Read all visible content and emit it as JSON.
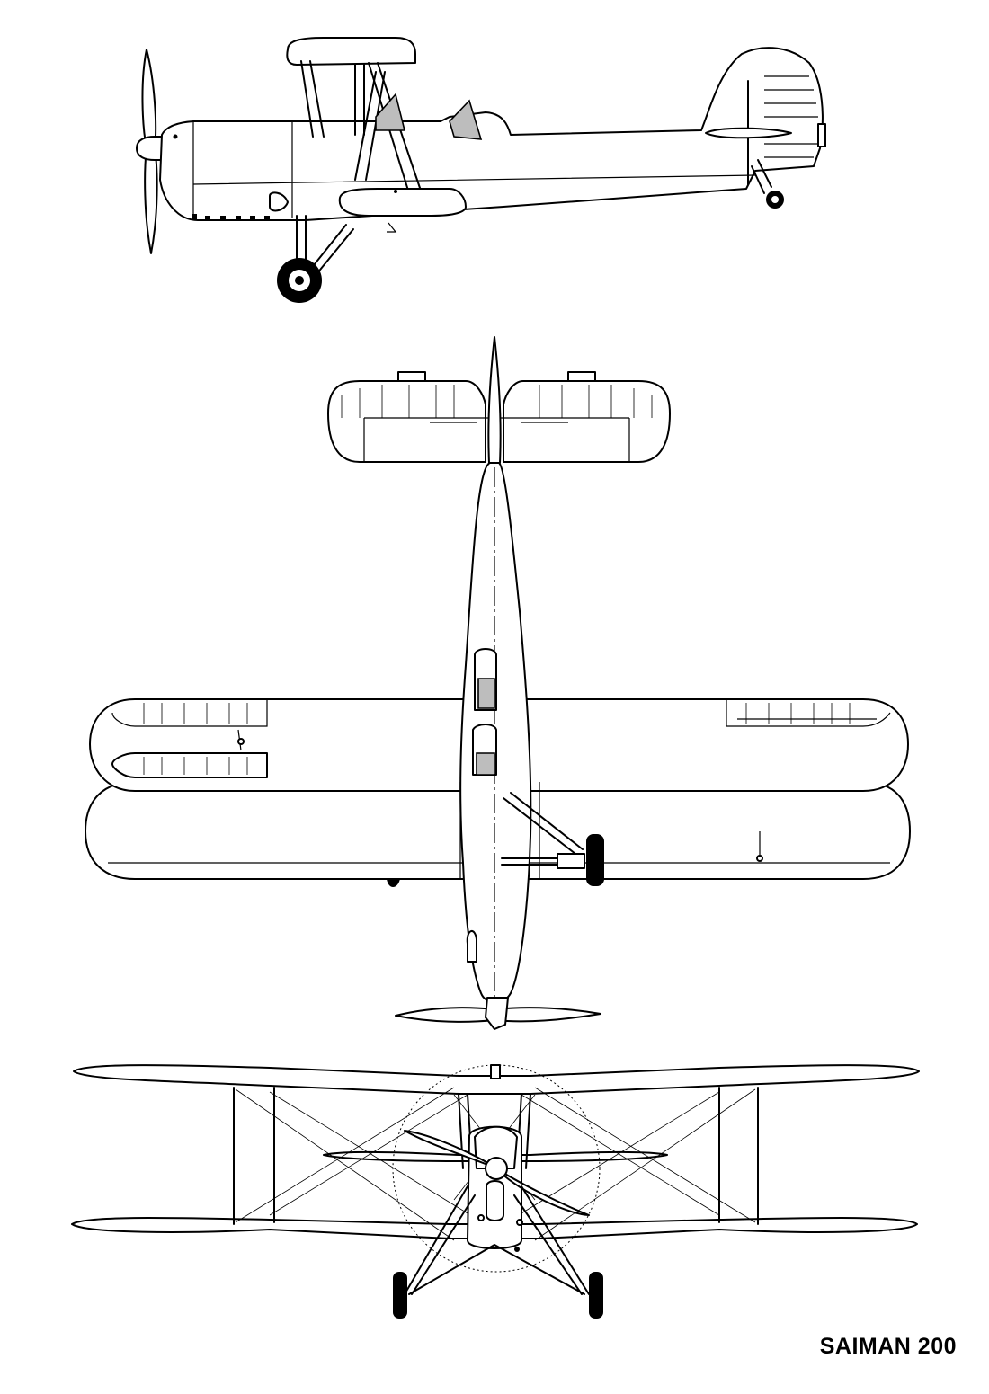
{
  "title": "SAIMAN 200",
  "views": [
    {
      "name": "side-view"
    },
    {
      "name": "top-view"
    },
    {
      "name": "front-view"
    }
  ]
}
